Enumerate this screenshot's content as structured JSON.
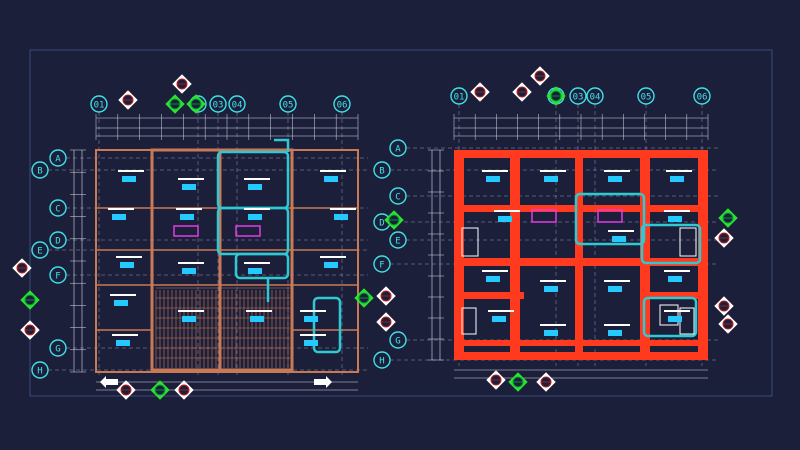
{
  "colors": {
    "background": "#1c1f3a",
    "frame": "#3a4a7a",
    "grid_bubble": "#3fe0e8",
    "grid_line": "#8f96ad",
    "dimension": "#d9dbe6",
    "wall_existing": "#c97a55",
    "wall_new": "#ff3a1e",
    "highlight": "#2fc9d4",
    "magenta": "#e13de0",
    "callout_green": "#2fe032",
    "room_label": "#ffffff",
    "area_tag": "#23c9ff"
  },
  "plans": [
    {
      "id": "left-plan",
      "column_grid": [
        "01",
        "02",
        "03",
        "04",
        "05",
        "06"
      ],
      "row_grid": [
        "A",
        "B",
        "C",
        "D",
        "E",
        "F",
        "G",
        "H"
      ]
    },
    {
      "id": "right-plan",
      "column_grid": [
        "01",
        "02",
        "03",
        "04",
        "05",
        "06"
      ],
      "row_grid": [
        "A",
        "B",
        "C",
        "D",
        "E",
        "F",
        "G",
        "H"
      ]
    }
  ],
  "icons": {
    "section_marker": "section-callout-icon",
    "elevation_marker": "elevation-callout-icon",
    "north_arrow": "direction-arrow-icon"
  }
}
